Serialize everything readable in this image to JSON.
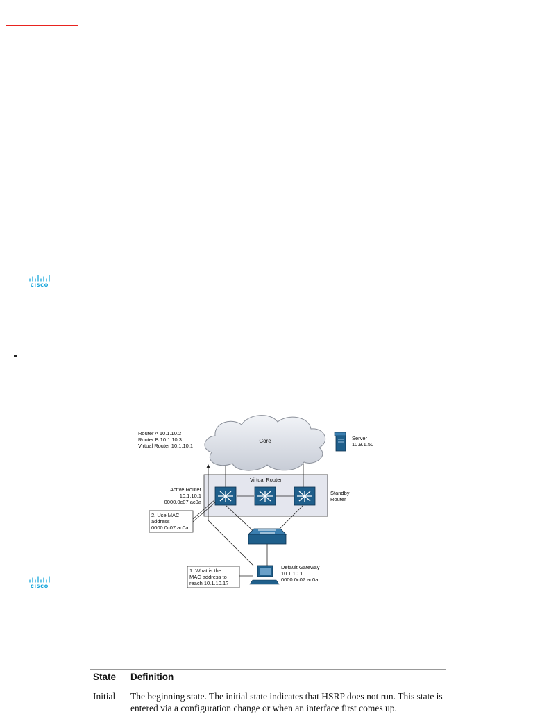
{
  "logos": {
    "brand": "CISCO"
  },
  "diagram": {
    "router_list": [
      "Router A 10.1.10.2",
      "Router B 10.1.10.3",
      "Virtual Router 10.1.10.1"
    ],
    "core_label": "Core",
    "server": {
      "title": "Server",
      "ip": "10.9.1.50"
    },
    "virtual_router_label": "Virtual Router",
    "active_router": [
      "Active Router",
      "10.1.10.1",
      "0000.0c07.ac0a"
    ],
    "standby_router": [
      "Standby",
      "Router"
    ],
    "step2": [
      "2. Use MAC",
      "address",
      "0000.0c07.ac0a"
    ],
    "step1": [
      "1. What is the",
      "MAC address to",
      "reach 10.1.10.1?"
    ],
    "default_gateway": [
      "Default Gateway",
      "10.1.10.1",
      "0000.0c07.ac0a"
    ]
  },
  "table": {
    "headers": {
      "state": "State",
      "definition": "Definition"
    },
    "rows": [
      {
        "state": "Initial",
        "definition": "The beginning state. The initial state indicates that HSRP does not run. This state is entered via a configuration change or when an interface first comes up."
      }
    ]
  },
  "colors": {
    "accent_red": "#e8231f",
    "cisco_blue": "#049fd9",
    "device_blue": "#1f5f8b"
  }
}
